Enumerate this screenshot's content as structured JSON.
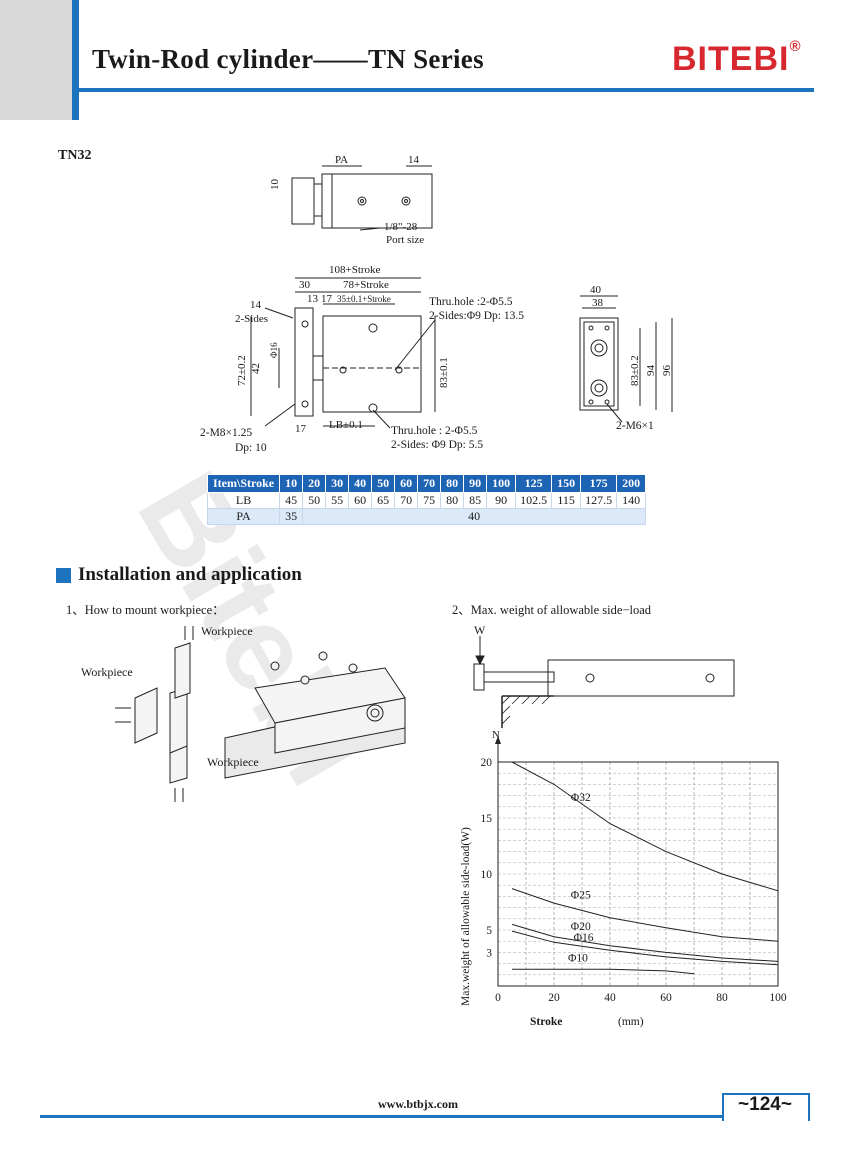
{
  "header": {
    "title": "Twin-Rod cylinder——TN Series",
    "brand": "BITEBI",
    "brand_mark": "®"
  },
  "model": "TN32",
  "drawing": {
    "pa": "PA",
    "d14": "14",
    "d10": "10",
    "port_thread": "1/8\"-28",
    "port_size": "Port size",
    "len_total": "108+Stroke",
    "d30": "30",
    "len_body": "78+Stroke",
    "d13": "13",
    "d17": "17",
    "len_35": "35±0.1+Stroke",
    "d14b": "14",
    "two_sides": "2-Sides",
    "d72": "72±0.2",
    "d42": "42",
    "phi16": "Φ16",
    "d83": "83±0.1",
    "thru1": "Thru.hole :2-Φ5.5",
    "thru1b": "2-Sides:Φ9 Dp: 13.5",
    "m8": "2-M8×1.25",
    "dp10": "Dp: 10",
    "d17b": "17",
    "lb": "LB±0.1",
    "thru2": "Thru.hole : 2-Φ5.5",
    "thru2b": "2-Sides: Φ9 Dp: 5.5",
    "side_40": "40",
    "side_38": "38",
    "side_83": "83±0.2",
    "side_94": "94",
    "side_96": "96",
    "m6": "2-M6×1"
  },
  "table": {
    "header": [
      "Item\\Stroke",
      "10",
      "20",
      "30",
      "40",
      "50",
      "60",
      "70",
      "80",
      "90",
      "100",
      "125",
      "150",
      "175",
      "200"
    ],
    "lb": [
      "LB",
      "45",
      "50",
      "55",
      "60",
      "65",
      "70",
      "75",
      "80",
      "85",
      "90",
      "102.5",
      "115",
      "127.5",
      "140"
    ],
    "pa_label": "PA",
    "pa_first": "35",
    "pa_rest": "40"
  },
  "section": {
    "title": "Installation and application",
    "sub1": "1、How to mount workpiece：",
    "sub2": "2、Max. weight of allowable side−load",
    "workpiece": "Workpiece",
    "w": "W"
  },
  "chart_data": {
    "type": "line",
    "title": "",
    "xlabel": "Stroke",
    "xunit": "(mm)",
    "ylabel": "Max.weight of allowable side-load(W)",
    "yunit": "N",
    "xlim": [
      0,
      100
    ],
    "ylim": [
      0,
      20
    ],
    "xticks": [
      "0",
      "20",
      "40",
      "60",
      "80",
      "100"
    ],
    "yticks": [
      "3",
      "5",
      "10",
      "15",
      "20"
    ],
    "ytick_values": [
      3,
      5,
      10,
      15,
      20
    ],
    "xtick_values": [
      0,
      20,
      40,
      60,
      80,
      100
    ],
    "grid": true,
    "series": [
      {
        "name": "Φ32",
        "x": [
          5,
          20,
          40,
          60,
          80,
          100
        ],
        "y": [
          20,
          18,
          14.5,
          12,
          10,
          8.5
        ]
      },
      {
        "name": "Φ25",
        "x": [
          5,
          20,
          40,
          60,
          80,
          100
        ],
        "y": [
          8.7,
          7.4,
          6.1,
          5.2,
          4.4,
          4.0
        ]
      },
      {
        "name": "Φ20",
        "x": [
          5,
          20,
          40,
          60,
          80,
          100
        ],
        "y": [
          5.5,
          4.4,
          3.6,
          3.0,
          2.5,
          2.2
        ]
      },
      {
        "name": "Φ16",
        "x": [
          5,
          20,
          40,
          60,
          80,
          100
        ],
        "y": [
          4.9,
          3.9,
          3.2,
          2.6,
          2.2,
          1.9
        ]
      },
      {
        "name": "Φ10",
        "x": [
          5,
          20,
          40,
          60,
          70
        ],
        "y": [
          1.5,
          1.5,
          1.5,
          1.35,
          1.1
        ]
      }
    ]
  },
  "footer": {
    "url": "www.btbjx.com",
    "page": "~124~"
  },
  "watermark": "Bitebi"
}
